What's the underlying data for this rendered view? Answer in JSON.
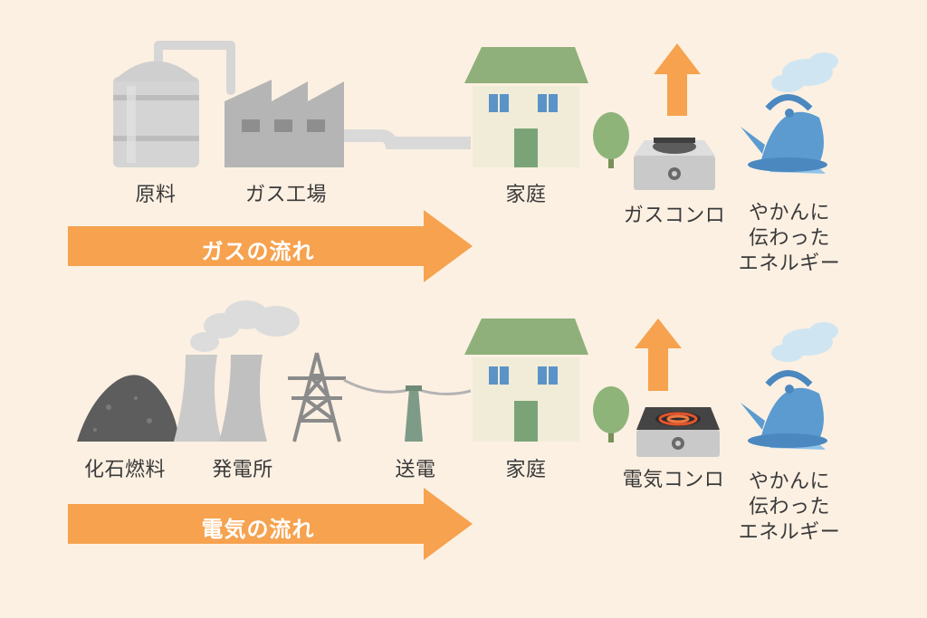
{
  "gas_row": {
    "labels": {
      "raw_material": "原料",
      "gas_factory": "ガス工場",
      "home": "家庭",
      "gas_stove": "ガスコンロ",
      "kettle_energy": [
        "やかんに",
        "伝わった",
        "エネルギー"
      ]
    },
    "flow_label": "ガスの流れ"
  },
  "electric_row": {
    "labels": {
      "fossil_fuel": "化石燃料",
      "power_plant": "発電所",
      "transmission": "送電",
      "home": "家庭",
      "electric_stove": "電気コンロ",
      "kettle_energy": [
        "やかんに",
        "伝わった",
        "エネルギー"
      ]
    },
    "flow_label": "電気の流れ"
  },
  "colors": {
    "background": "#fcf0e2",
    "flow_arrow": "#f6a24f",
    "up_arrow": "#f6a24f",
    "roof": "#8fb07b",
    "house_wall": "#f1ecd8",
    "window": "#5b93c8",
    "door": "#7aa477",
    "kettle": "#5b9bd0",
    "industrial_gray": "#c8c8c8"
  }
}
